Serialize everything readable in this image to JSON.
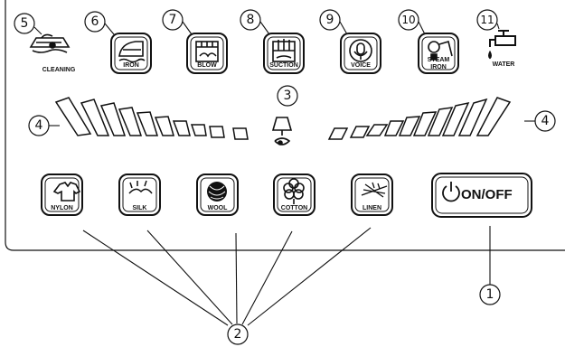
{
  "top_buttons": [
    {
      "number": "5",
      "label": "CLEANING",
      "icon": "cleaning-icon"
    },
    {
      "number": "6",
      "label": "IRON",
      "icon": "iron-icon"
    },
    {
      "number": "7",
      "label": "BLOW",
      "icon": "blow-icon"
    },
    {
      "number": "8",
      "label": "SUCTION",
      "icon": "suction-icon"
    },
    {
      "number": "9",
      "label": "VOICE",
      "icon": "voice-icon"
    },
    {
      "number": "10",
      "label": "STEAM",
      "label2": "IRON",
      "icon": "steam-iron-icon"
    },
    {
      "number": "11",
      "label": "WATER",
      "icon": "water-tap-icon"
    }
  ],
  "indicator": {
    "number": "3",
    "icon": "steam-level-icon",
    "left_bar_number": "4",
    "right_bar_number": "4"
  },
  "fabric_buttons": [
    {
      "label": "NYLON",
      "icon": "shirt-icon"
    },
    {
      "label": "SILK",
      "icon": "silkworm-icon"
    },
    {
      "label": "WOOL",
      "icon": "wool-yarn-icon"
    },
    {
      "label": "COTTON",
      "icon": "cotton-boll-icon"
    },
    {
      "label": "LINEN",
      "icon": "flax-icon"
    }
  ],
  "power_button": {
    "label": "ON/OFF",
    "number": "1",
    "icon": "power-icon"
  },
  "fabric_group_number": "2",
  "colors": {
    "line": "#111111",
    "panel_bg": "#ffffff"
  }
}
